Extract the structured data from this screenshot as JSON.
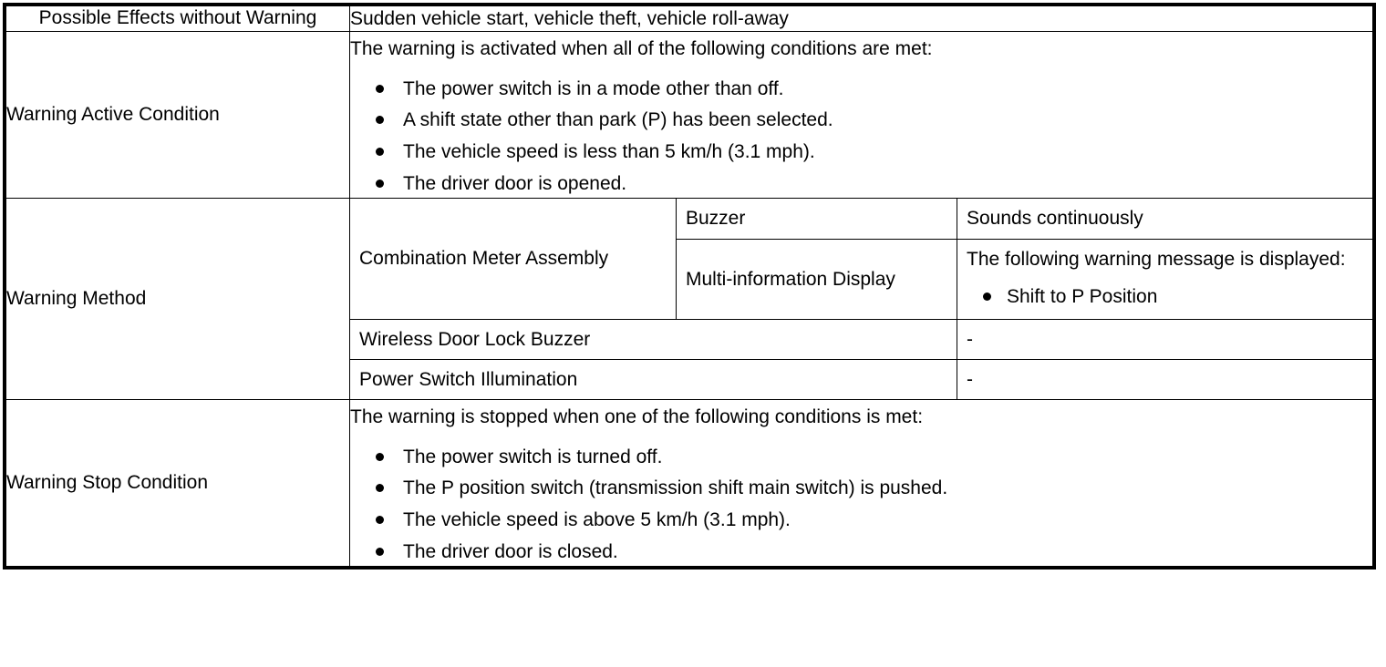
{
  "table": {
    "rows": [
      {
        "label": "Possible Effects without Warning",
        "label_align": "center",
        "value": "Sudden vehicle start, vehicle theft, vehicle roll-away"
      },
      {
        "label": "Warning Active Condition",
        "intro": "The warning is activated when all of the following conditions are met:",
        "bullets": [
          "The power switch is in a mode other than off.",
          "A shift state other than park (P) has been selected.",
          "The vehicle speed is less than 5 km/h (3.1 mph).",
          "The driver door is opened."
        ]
      },
      {
        "label": "Warning Method",
        "method": {
          "component": "Combination Meter Assembly",
          "devices": [
            {
              "name": "Buzzer",
              "value": "Sounds continuously"
            },
            {
              "name": "Multi-information Display",
              "value": "The following warning message is displayed:",
              "bullets": [
                "Shift to P Position"
              ]
            }
          ],
          "other_rows": [
            {
              "name": "Wireless Door Lock Buzzer",
              "value": "-"
            },
            {
              "name": "Power Switch Illumination",
              "value": "-"
            }
          ]
        }
      },
      {
        "label": "Warning Stop Condition",
        "intro": "The warning is stopped when one of the following conditions is met:",
        "bullets": [
          "The power switch is turned off.",
          "The P position switch (transmission shift main switch) is pushed.",
          "The vehicle speed is above 5 km/h (3.1 mph).",
          "The driver door is closed."
        ]
      }
    ]
  },
  "colors": {
    "border": "#000000",
    "text": "#000000",
    "background": "#ffffff"
  }
}
